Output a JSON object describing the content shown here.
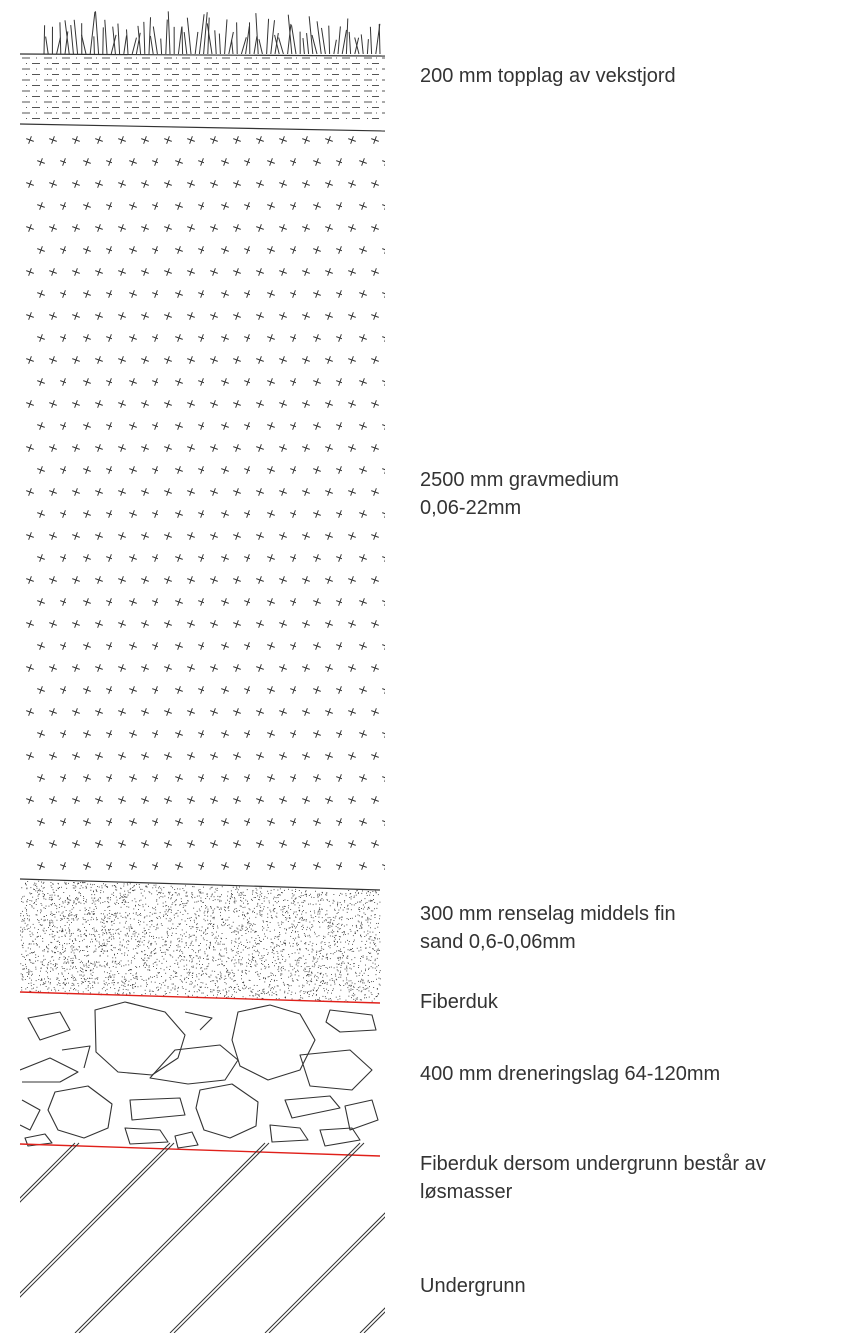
{
  "layers": [
    {
      "id": "topsoil",
      "label": "200 mm topplag av vekstjord"
    },
    {
      "id": "gravel",
      "label": "2500 mm gravmedium\n0,06-22mm"
    },
    {
      "id": "sand",
      "label": "300 mm renselag middels fin\nsand 0,6-0,06mm"
    },
    {
      "id": "fabric1",
      "label": "Fiberduk"
    },
    {
      "id": "drainage",
      "label": "400 mm dreneringslag 64-120mm"
    },
    {
      "id": "fabric2",
      "label": "Fiberduk dersom undergrunn består av\nløsmasser"
    },
    {
      "id": "subsoil",
      "label": "Undergrunn"
    }
  ],
  "colors": {
    "line": "#333333",
    "fabric": "#e0201a",
    "text": "#333333"
  }
}
